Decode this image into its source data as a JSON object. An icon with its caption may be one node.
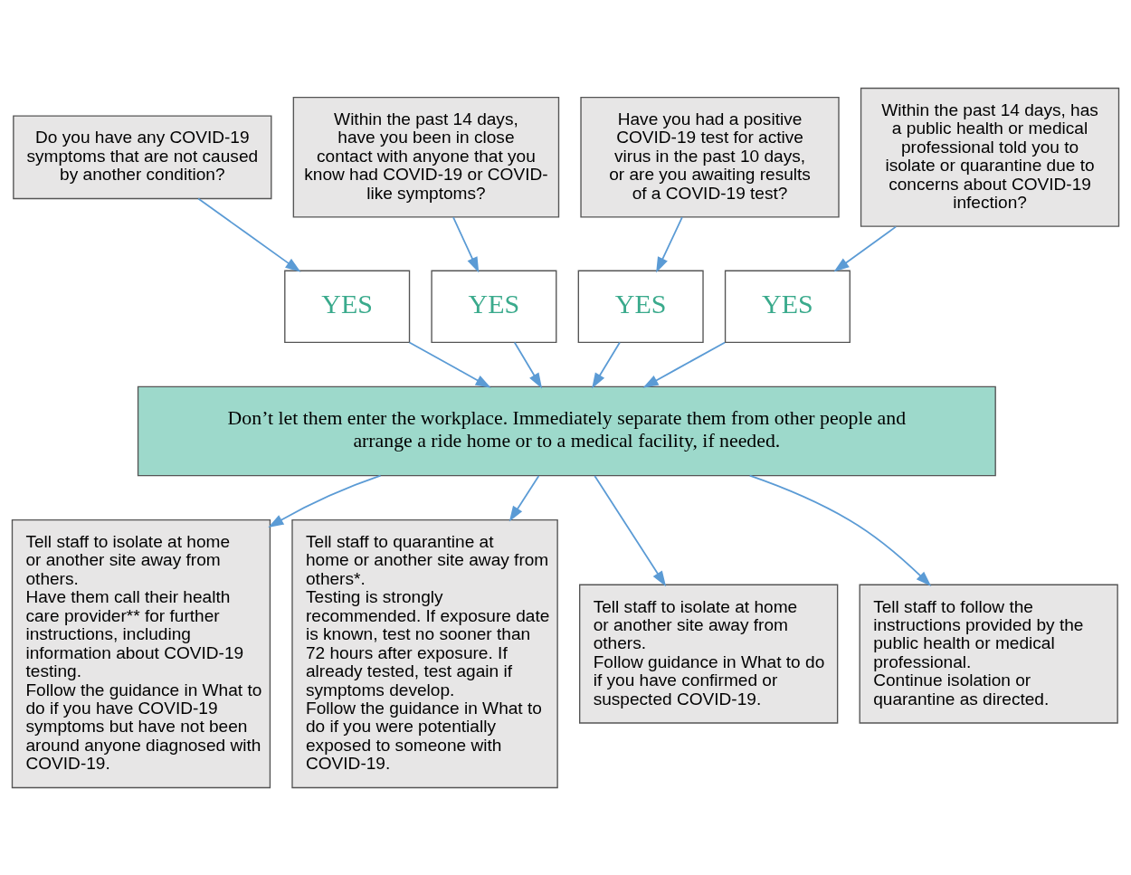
{
  "diagram": {
    "nodes": [
      {
        "text": [
          "Do you have any COVID-19 symptoms that are not caused by another condition?"
        ]
      },
      {
        "text": [
          "Within the past 14 days, have you been in close contact with anyone that you know had COVID-19 or COVID-like symptoms?"
        ]
      },
      {
        "text": [
          "Have you had a positive COVID-19 test for active virus in the past 10 days, or are you awaiting results of a COVID-19 test?"
        ]
      },
      {
        "text": [
          "Within the past 14 days, has a public health or medical professional told you to isolate or quarantine due to concerns about COVID-19 infection?"
        ]
      },
      {
        "text": [
          "YES"
        ]
      },
      {
        "text": [
          "YES"
        ]
      },
      {
        "text": [
          "YES"
        ]
      },
      {
        "text": [
          "YES"
        ]
      },
      {
        "text": [
          "Don’t let them enter the workplace. Immediately separate them from other people and arrange a ride home or to a medical facility, if needed."
        ]
      },
      {
        "text": [
          "Tell staff to isolate at home or another site away from others.",
          "Have them call their health care provider** for further instructions, including information about COVID-19 testing.",
          "Follow the guidance in What to do if you have COVID-19 symptoms but have not been around anyone diagnosed with COVID-19."
        ]
      },
      {
        "text": [
          "Tell staff to quarantine at home or another site away from others*.",
          "Testing is strongly recommended. If exposure date is known, test no sooner than 72 hours after exposure. If already tested, test again if symptoms develop.",
          "Follow the guidance in What to do if you were potentially exposed to someone with COVID-19."
        ]
      },
      {
        "text": [
          "Tell staff to isolate at home or another site away from others.",
          "Follow guidance in What to do if you have confirmed or suspected COVID-19."
        ]
      },
      {
        "text": [
          "Tell staff to follow the instructions provided by the public health or medical professional.",
          "Continue isolation or quarantine as directed."
        ]
      }
    ],
    "edges": [
      {
        "from": 0,
        "to": 4,
        "arrow": "to"
      },
      {
        "from": 1,
        "to": 5,
        "arrow": "to"
      },
      {
        "from": 2,
        "to": 6,
        "arrow": "to"
      },
      {
        "from": 3,
        "to": 7,
        "arrow": "to"
      },
      {
        "from": 4,
        "to": 8,
        "arrow": "to"
      },
      {
        "from": 5,
        "to": 8,
        "arrow": "to"
      },
      {
        "from": 6,
        "to": 8,
        "arrow": "to"
      },
      {
        "from": 7,
        "to": 8,
        "arrow": "to"
      },
      {
        "from": 8,
        "to": 9,
        "arrow": "to"
      },
      {
        "from": 8,
        "to": 10,
        "arrow": "to"
      },
      {
        "from": 8,
        "to": 11,
        "arrow": "to"
      },
      {
        "from": 8,
        "to": 12,
        "arrow": "to"
      }
    ]
  }
}
